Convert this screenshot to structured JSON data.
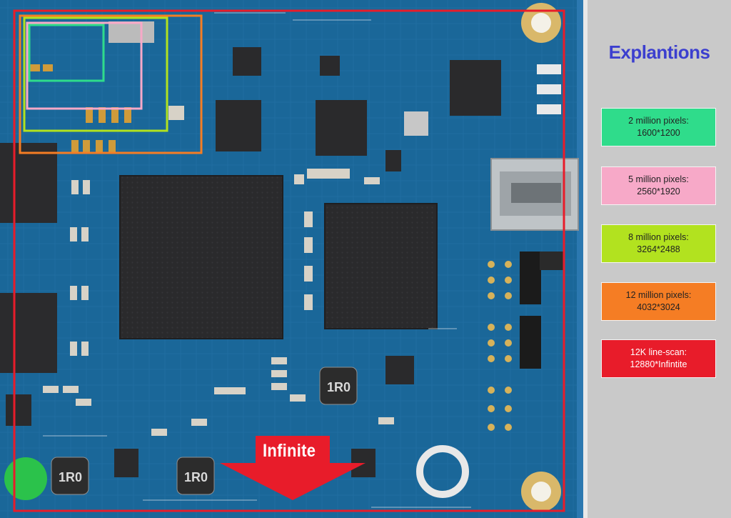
{
  "panel": {
    "title": "Explantions"
  },
  "legend": [
    {
      "id": "2mp",
      "line1": "2 million pixels:",
      "line2": "1600*1200",
      "color": "#2fdc8b"
    },
    {
      "id": "5mp",
      "line1": "5 million pixels:",
      "line2": "2560*1920",
      "color": "#f7a9c8"
    },
    {
      "id": "8mp",
      "line1": "8 million pixels:",
      "line2": "3264*2488",
      "color": "#b2e21f"
    },
    {
      "id": "12mp",
      "line1": "12 million pixels:",
      "line2": "4032*3024",
      "color": "#f57d24"
    },
    {
      "id": "12k",
      "line1": "12K line-scan:",
      "line2": "12880*Infintite",
      "color": "#e81c2a"
    }
  ],
  "arrow": {
    "label": "Infinite",
    "color": "#e81c2a"
  },
  "board_colors": {
    "pcb": "#1c6d9e",
    "chip": "#2b2b2b",
    "pad": "#d7d2c7"
  }
}
